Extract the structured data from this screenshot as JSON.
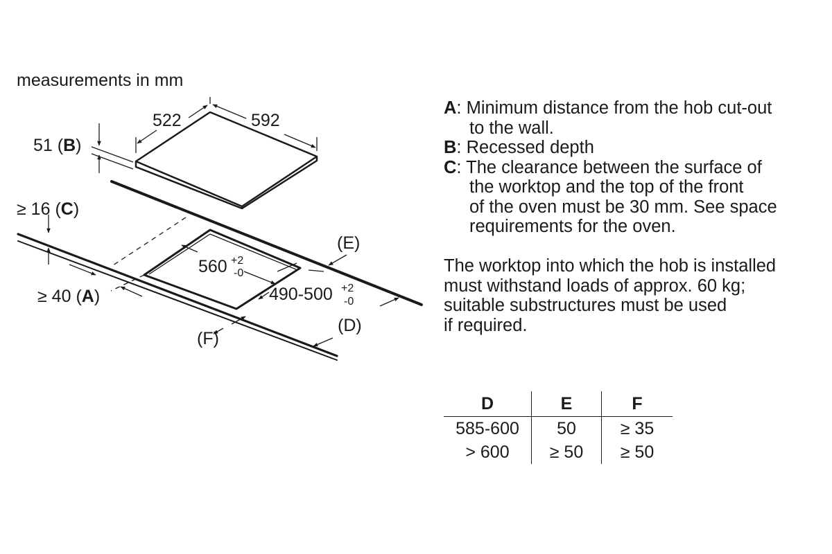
{
  "diagram": {
    "units_note": "measurements in mm",
    "hob_depth": "522",
    "hob_width": "592",
    "recess_value": "51",
    "recess_letter": "B",
    "clearance_prefix": "≥ 16",
    "clearance_letter": "C",
    "wall_prefix": "≥ 40",
    "wall_letter": "A",
    "cutout_width": "560",
    "cutout_width_tol_plus": "+2",
    "cutout_width_tol_minus": "-0",
    "cutout_depth": "490-500",
    "cutout_depth_tol_plus": "+2",
    "cutout_depth_tol_minus": "-0",
    "label_d": "(D)",
    "label_e": "(E)",
    "label_f": "(F)",
    "paren_open": "(",
    "paren_close": ")"
  },
  "legend": [
    {
      "letter": "A",
      "lines": [
        "Minimum distance from the hob cut-out",
        "to the wall."
      ]
    },
    {
      "letter": "B",
      "lines": [
        "Recessed depth"
      ]
    },
    {
      "letter": "C",
      "lines": [
        "The clearance between the surface of",
        "the worktop and the top of the front",
        "of the oven must be 30 mm. See space",
        "requirements for the oven."
      ]
    }
  ],
  "legend_separator": ": ",
  "note_lines": [
    "The worktop into which the hob is installed",
    "must withstand loads of approx. 60 kg;",
    "suitable substructures must be used",
    "if required."
  ],
  "table": {
    "headers": [
      "D",
      "E",
      "F"
    ],
    "rows": [
      [
        "585-600",
        "50",
        "≥ 35"
      ],
      [
        "> 600",
        "≥ 50",
        "≥ 50"
      ]
    ]
  }
}
